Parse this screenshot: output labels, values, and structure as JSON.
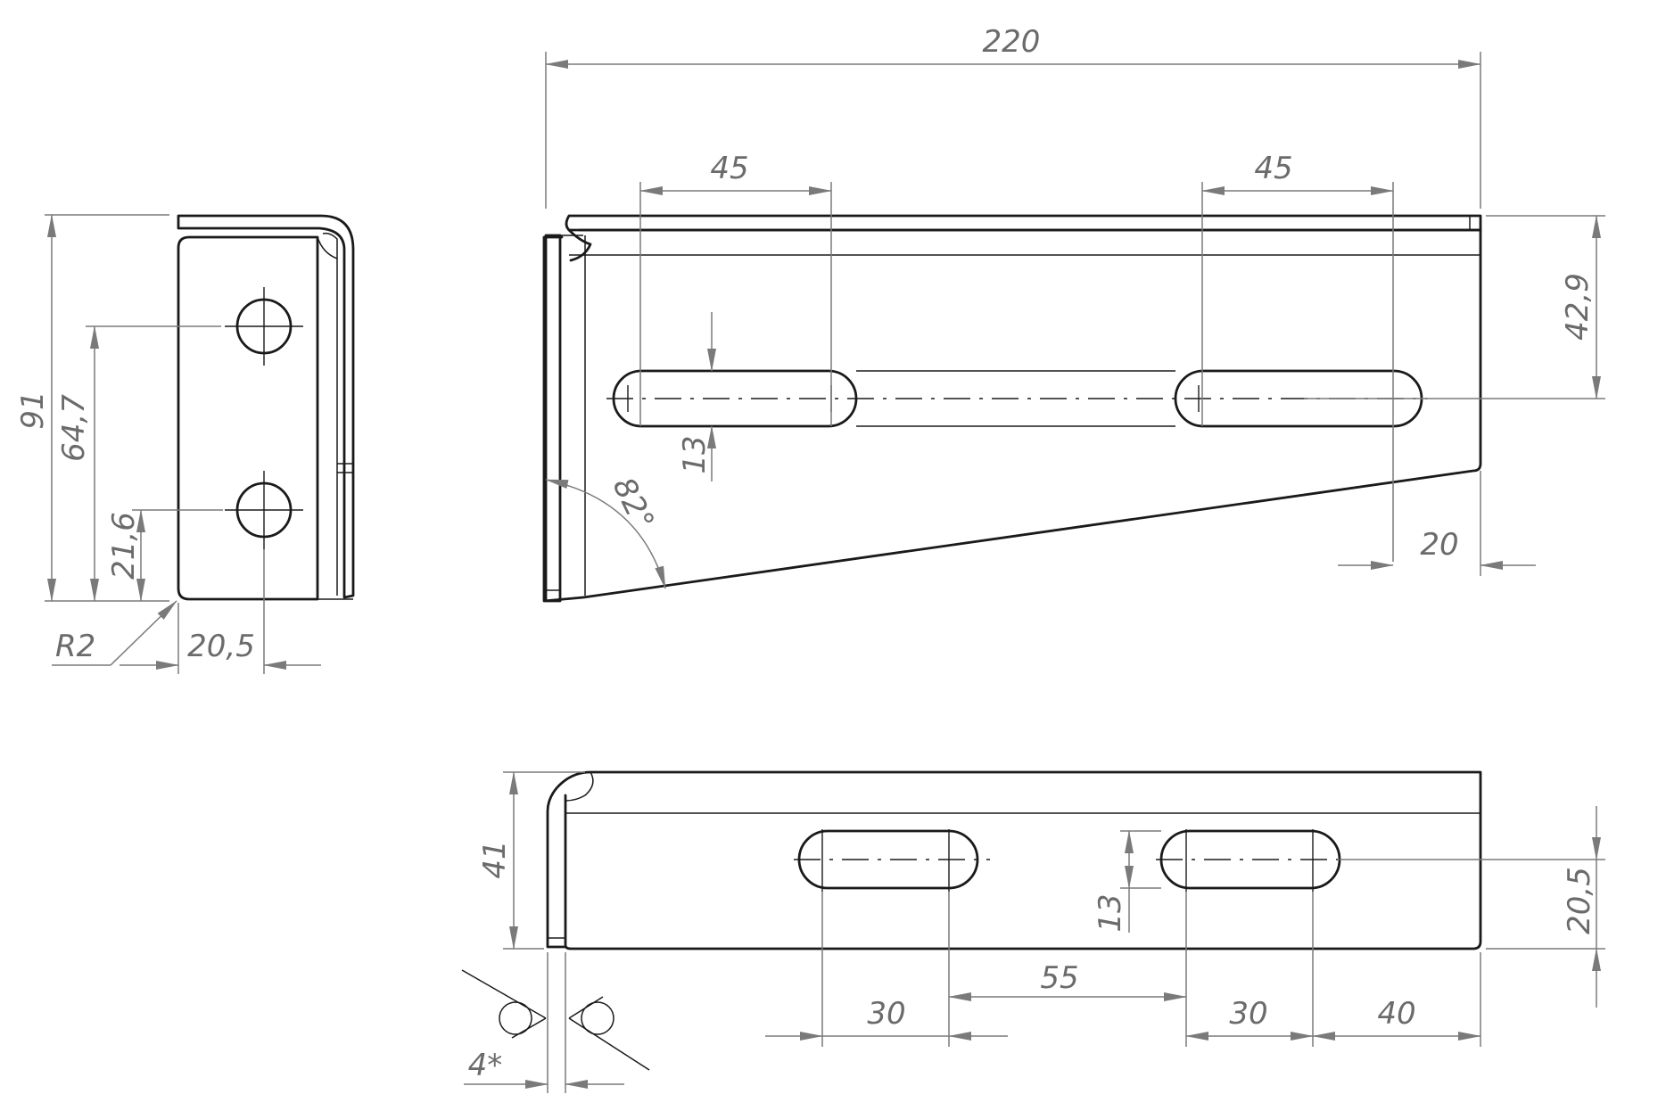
{
  "drawing": {
    "front_view": {
      "overall_length": "220",
      "slot_length_left": "45",
      "slot_length_right": "45",
      "slot_height": "42,9",
      "slot_width": "13",
      "angle": "82°",
      "end_offset": "20"
    },
    "side_view": {
      "height": "91",
      "hole_upper": "64,7",
      "hole_lower": "21,6",
      "radius": "R2",
      "hole_offset": "20,5"
    },
    "bottom_view": {
      "width": "41",
      "slot_width": "13",
      "slot_center": "20,5",
      "slot_length_a": "30",
      "slot_gap": "55",
      "slot_length_b": "30",
      "end_offset": "40",
      "thickness": "4*"
    }
  }
}
